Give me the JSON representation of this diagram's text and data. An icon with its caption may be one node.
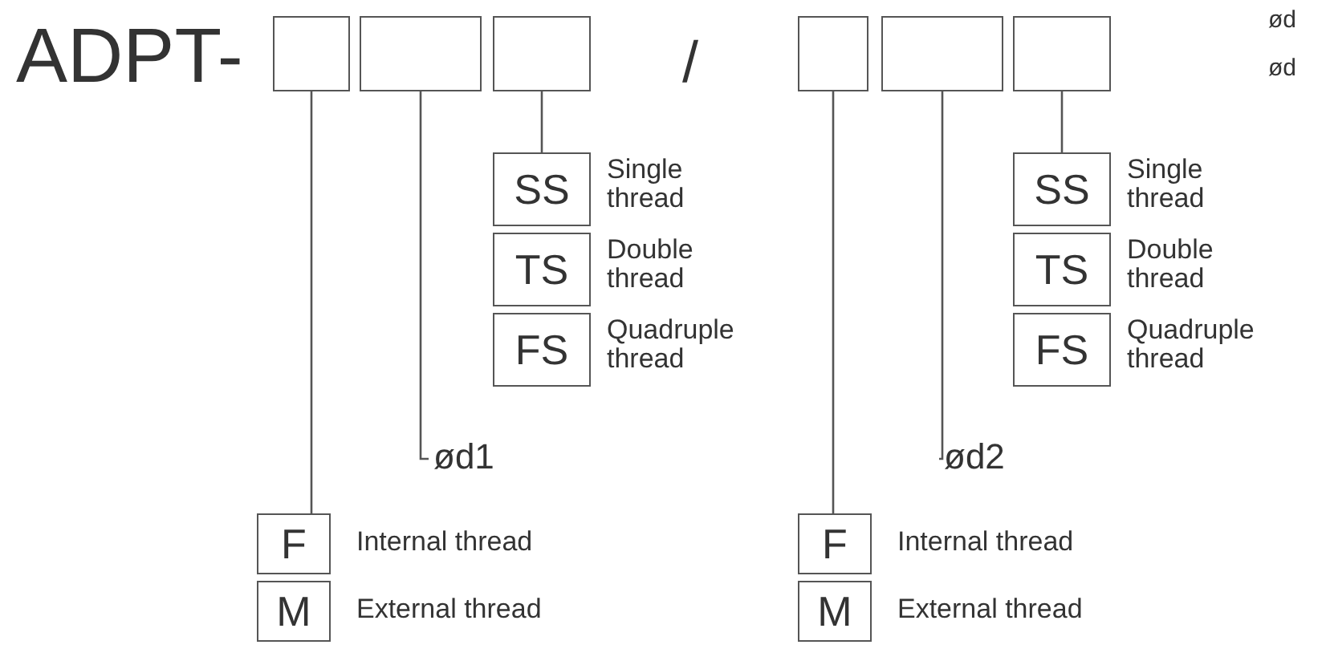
{
  "diagram": {
    "nodes": [
      {
        "text": [],
        "shape": "box"
      },
      {
        "text": [],
        "shape": "box"
      },
      {
        "text": [],
        "shape": "box"
      },
      {
        "text": [],
        "shape": "box"
      },
      {
        "text": [],
        "shape": "box"
      },
      {
        "text": [],
        "shape": "box"
      },
      {
        "text": [
          "SS"
        ],
        "beside": [
          "Single thread"
        ]
      },
      {
        "text": [
          "TS"
        ],
        "beside": [
          "Double thread"
        ]
      },
      {
        "text": [
          "FS"
        ],
        "beside": [
          "Quadruple thread"
        ]
      },
      {
        "text": [
          "ød1"
        ]
      },
      {
        "text": [
          "F"
        ],
        "beside": [
          "Internal thread"
        ]
      },
      {
        "text": [
          "M"
        ],
        "beside": [
          "External thread"
        ]
      },
      {
        "text": [
          "SS"
        ],
        "beside": [
          "Single thread"
        ]
      },
      {
        "text": [
          "TS"
        ],
        "beside": [
          "Double thread"
        ]
      },
      {
        "text": [
          "FS"
        ],
        "beside": [
          "Quadruple thread"
        ]
      },
      {
        "text": [
          "ød2"
        ]
      },
      {
        "text": [
          "F"
        ],
        "beside": [
          "Internal thread"
        ]
      },
      {
        "text": [
          "M"
        ],
        "beside": [
          "External thread"
        ]
      }
    ],
    "edges": [
      {
        "from": 2,
        "to": 6,
        "arrow": "none"
      },
      {
        "from": 1,
        "to": 9,
        "arrow": "none"
      },
      {
        "from": 0,
        "to": 10,
        "arrow": "none"
      },
      {
        "from": 5,
        "to": 12,
        "arrow": "none"
      },
      {
        "from": 4,
        "to": 15,
        "arrow": "none"
      },
      {
        "from": 3,
        "to": 16,
        "arrow": "none"
      }
    ],
    "labels": [
      "ADPT-",
      "/",
      "ød",
      "ød"
    ]
  }
}
